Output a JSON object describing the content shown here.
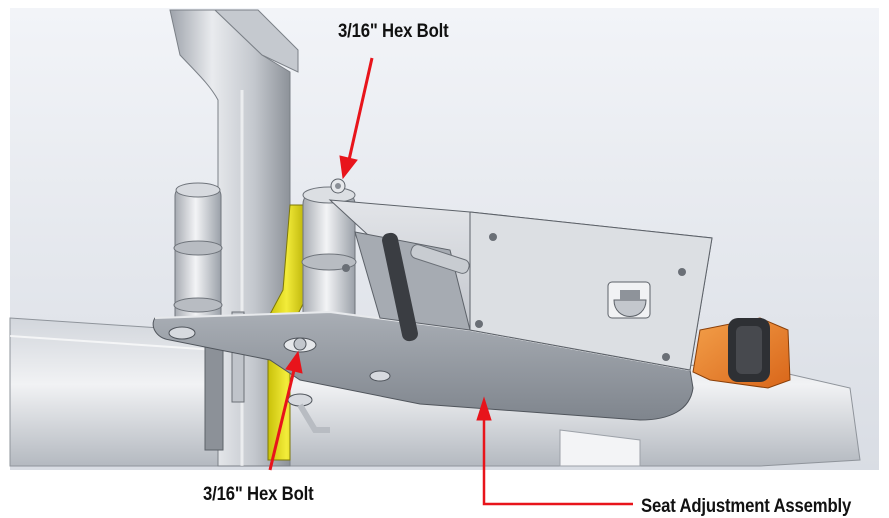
{
  "figure": {
    "callouts": [
      {
        "id": "top",
        "text": "3/16\" Hex Bolt"
      },
      {
        "id": "bottom",
        "text": "3/16\" Hex Bolt"
      },
      {
        "id": "assembly",
        "text": "Seat Adjustment Assembly"
      }
    ],
    "colors": {
      "arrow": "#e8141b",
      "clamp_yellow": "#e8e014",
      "handle_orange": "#ec7c1e",
      "metal": "#c9ccd1",
      "background": "#e6e9ee"
    }
  }
}
